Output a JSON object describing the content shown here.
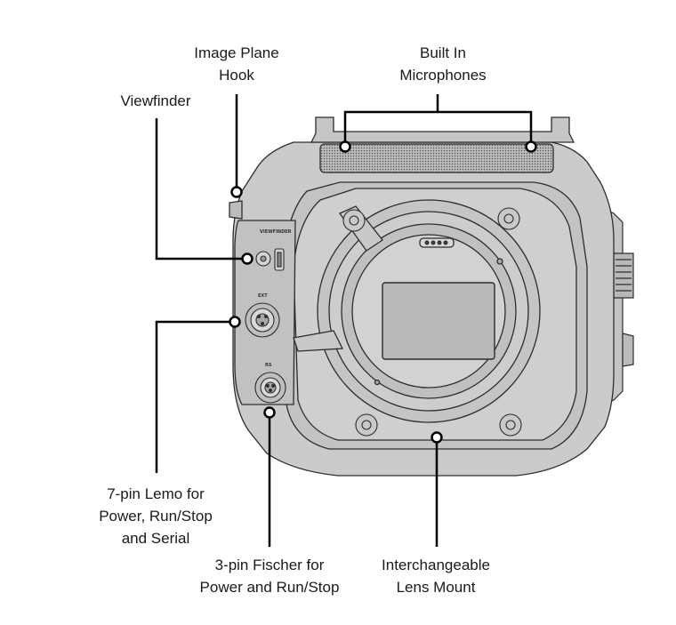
{
  "labels": {
    "image_plane_hook": [
      "Image Plane",
      "Hook"
    ],
    "built_in_microphones": [
      "Built In",
      "Microphones"
    ],
    "viewfinder": [
      "Viewfinder"
    ],
    "lemo": [
      "7-pin Lemo for",
      "Power, Run/Stop",
      "and Serial"
    ],
    "fischer": [
      "3-pin Fischer for",
      "Power and Run/Stop"
    ],
    "lens_mount": [
      "Interchangeable",
      "Lens Mount"
    ]
  },
  "panel_tags": {
    "viewfinder": "VIEWFINDER",
    "ext": "EXT",
    "rs": "RS"
  },
  "colors": {
    "body": "#c9c9c9",
    "outline": "#2d2d2d",
    "callout": "#000000"
  }
}
